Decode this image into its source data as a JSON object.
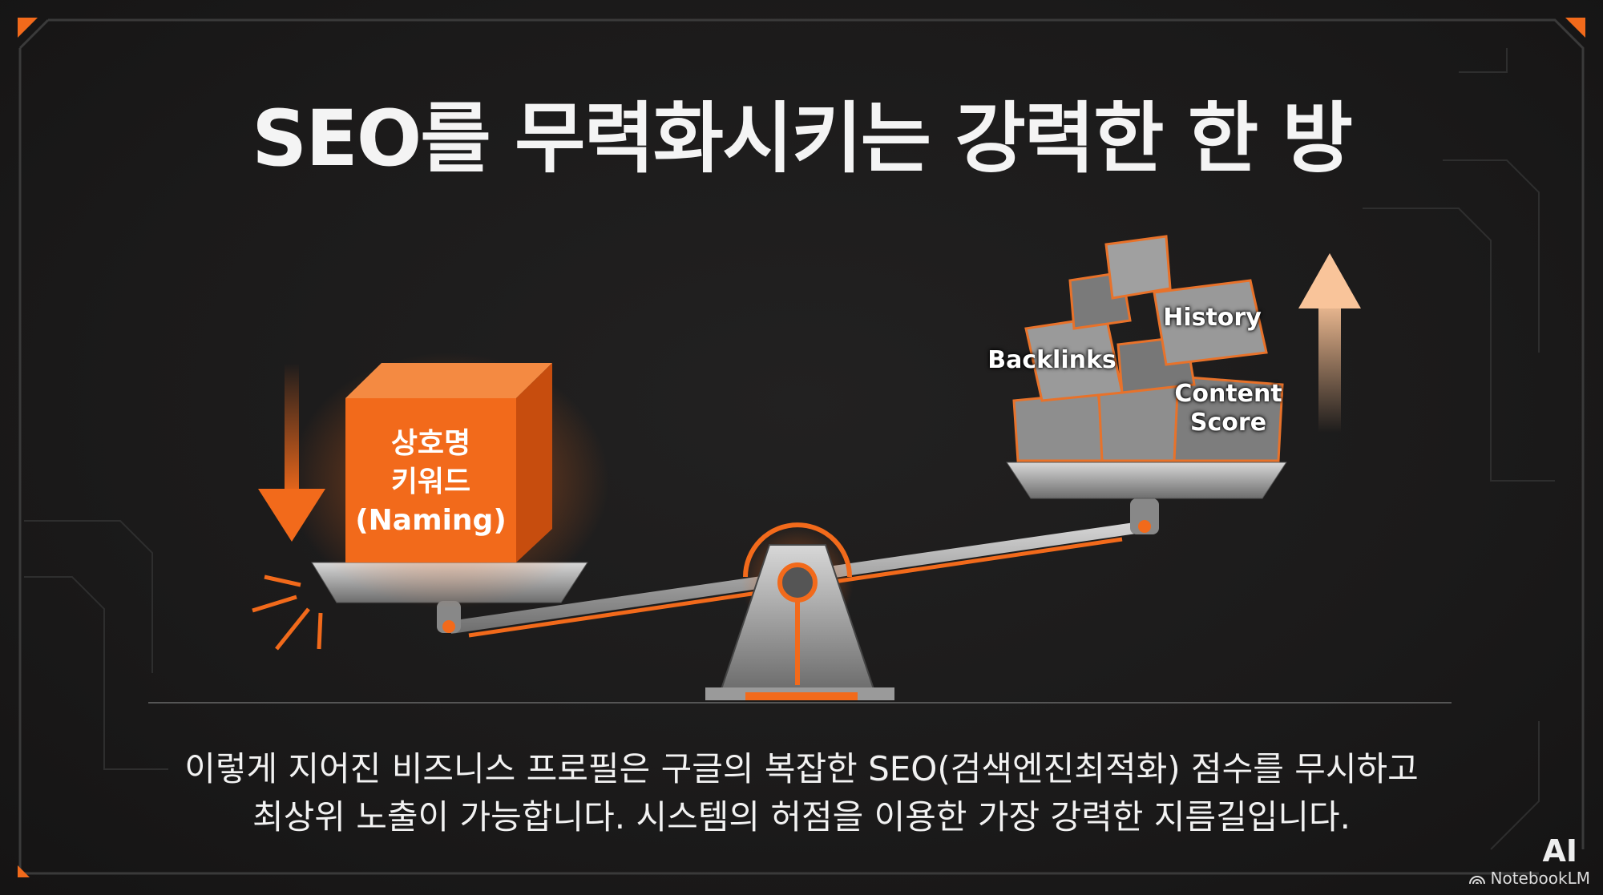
{
  "title": "SEO를 무력화시키는 강력한 한 방",
  "left_pan": {
    "box_lines": [
      "상호명",
      "키워드",
      "(Naming)"
    ]
  },
  "right_pan": {
    "labels": {
      "backlinks": "Backlinks",
      "history": "History",
      "content_score": [
        "Content",
        "Score"
      ]
    }
  },
  "caption": [
    "이렇게 지어진 비즈니스 프로필은 구글의 복잡한 SEO(검색엔진최적화) 점수를 무시하고",
    "최상위 노출이 가능합니다. 시스템의 허점을 이용한 가장 강력한 지름길입니다."
  ],
  "watermark": {
    "ai": "AI",
    "brand": "NotebookLM",
    "icon": "notebooklm-icon"
  },
  "colors": {
    "accent": "#f26a1b",
    "background": "#1c1b1b",
    "metal": "#8a8a8a"
  }
}
